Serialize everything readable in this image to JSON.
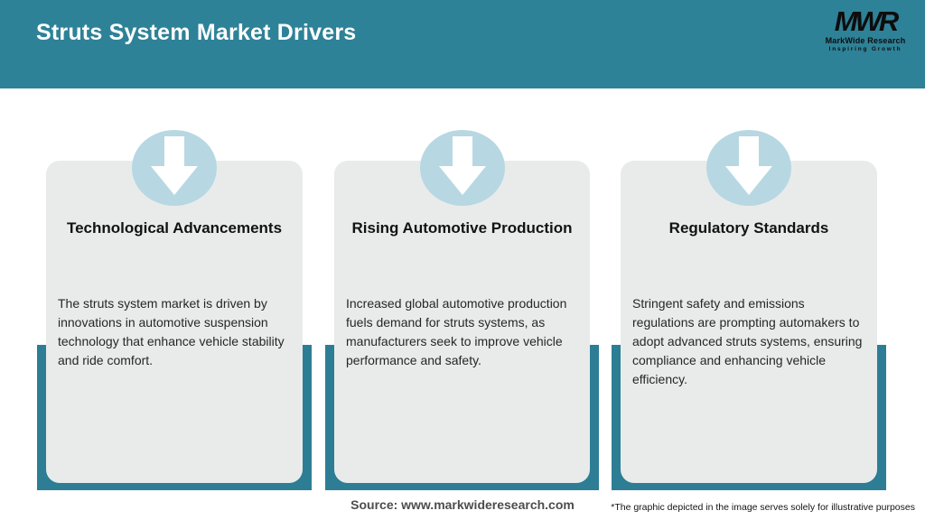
{
  "colors": {
    "header_background": "#2e8297",
    "accent_teal": "#2d7e95",
    "icon_circle_blue": "#b7d8e2",
    "card_background": "#e9ebeb",
    "header_title_color": "#ffffff"
  },
  "header": {
    "title": "Struts System Market Drivers",
    "logo": {
      "acronym": "MWR",
      "name": "MarkWide Research",
      "tagline": "Inspiring Growth"
    }
  },
  "cards": [
    {
      "icon": "arrow-down-icon",
      "title": "Technological Advancements",
      "body": "The struts system market is driven by innovations in automotive suspension technology that enhance vehicle stability and ride comfort."
    },
    {
      "icon": "arrow-down-icon",
      "title": "Rising Automotive Production",
      "body": "Increased global automotive production fuels demand for struts systems, as manufacturers seek to improve vehicle performance and safety."
    },
    {
      "icon": "arrow-down-icon",
      "title": "Regulatory Standards",
      "body": "Stringent safety and emissions regulations are prompting automakers to adopt advanced struts systems, ensuring compliance and enhancing vehicle efficiency."
    }
  ],
  "footer": {
    "source": "Source: www.markwideresearch.com",
    "disclaimer": "*The graphic depicted in the image serves solely for illustrative purposes"
  }
}
